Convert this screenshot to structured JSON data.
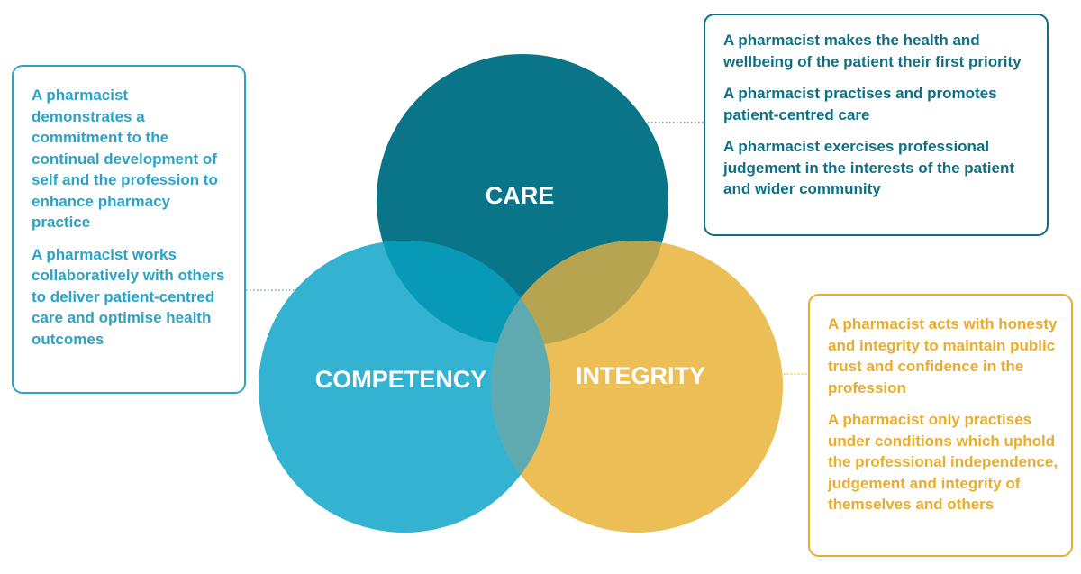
{
  "colors": {
    "care": "#0a7488",
    "competency": "#33b2d2",
    "integrity": "#ecbe56",
    "care_competency_overlap": "#0899b6",
    "care_integrity_overlap": "#b6a450",
    "competency_integrity_overlap": "#5eaab0",
    "care_border": "#0f6f85",
    "competency_border": "#2ba3c7",
    "integrity_border": "#e9ac2e"
  },
  "venn": {
    "care_label": "CARE",
    "competency_label": "COMPETENCY",
    "integrity_label": "INTEGRITY"
  },
  "boxes": {
    "care": [
      "A pharmacist makes the health and wellbeing of the patient their first priority",
      "A pharmacist practises and promotes patient-centred care",
      "A pharmacist exercises professional judgement in the interests of the patient and wider community"
    ],
    "competency": [
      "A pharmacist demonstrates a commitment to the continual development of self and the profession to enhance pharmacy practice",
      "A pharmacist works collaboratively with others to deliver patient-centred care and optimise health outcomes"
    ],
    "integrity": [
      "A pharmacist acts with honesty and integrity to maintain public trust and confidence in the profession",
      "A pharmacist only practises under conditions which uphold the professional independence, judgement and integrity of themselves and others"
    ]
  }
}
